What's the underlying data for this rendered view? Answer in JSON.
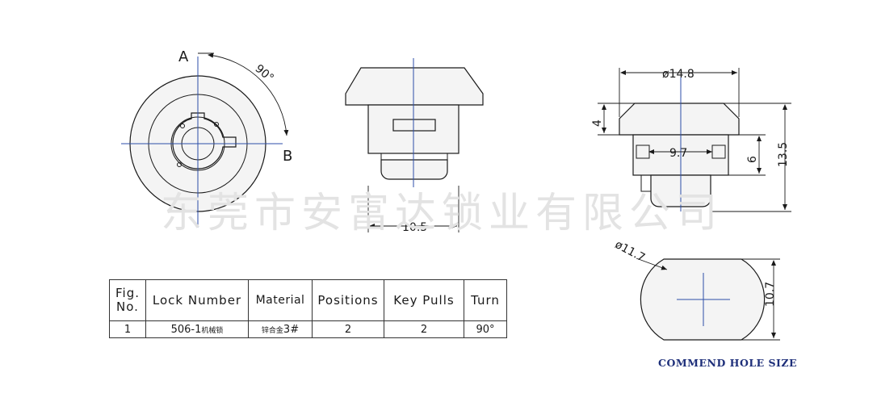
{
  "watermark": "东莞市安富达锁业有限公司",
  "front_view": {
    "label_a": "A",
    "label_b": "B",
    "angle": "90°"
  },
  "side_view": {
    "width": "10.5"
  },
  "section_view": {
    "diameter": "ø14.8",
    "flange": "4",
    "body_width": "9.7",
    "height_6": "6",
    "height_total": "13.5"
  },
  "hole_view": {
    "diameter": "ø11.7",
    "height": "10.7",
    "caption": "COMMEND HOLE SIZE"
  },
  "spec_table": {
    "headers": [
      "Fig.\nNo.",
      "Lock Number",
      "Material",
      "Positions",
      "Key Pulls",
      "Turn"
    ],
    "fig_no": "1",
    "lock_number": "506-1",
    "lock_number_suffix": "机械锁",
    "material_prefix": "锌合金",
    "material_suffix": "3#",
    "positions": "2",
    "key_pulls": "2",
    "turn": "90°"
  }
}
